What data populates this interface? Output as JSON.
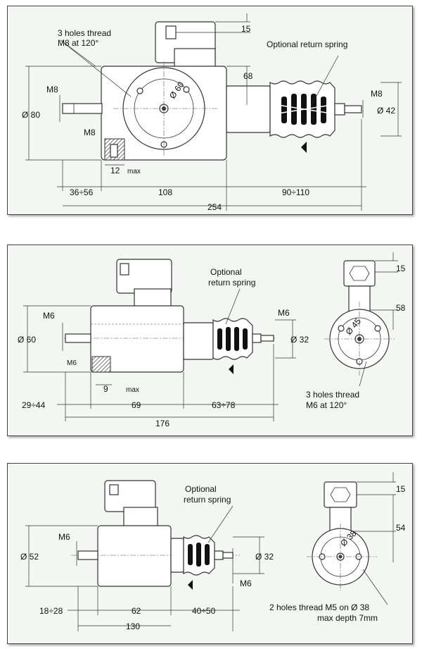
{
  "panel1": {
    "holes_note_1": "3 holes thread",
    "holes_note_2": "M8 at 120°",
    "spring_note": "Optional return spring",
    "dim_connector": "15",
    "dim_height": "68",
    "dim_rod_left": "M8",
    "dim_body_diam": "Ø 80",
    "dim_side_thread": "M8",
    "dim_face_diam": "Ø 60",
    "dim_rod_right": "M8",
    "dim_bellows_diam": "Ø 42",
    "dim_slot": "12",
    "dim_max": "max",
    "dim_left_stroke": "36÷56",
    "dim_body_len": "108",
    "dim_right_stroke": "90÷110",
    "dim_total": "254"
  },
  "panel2": {
    "spring_note_1": "Optional",
    "spring_note_2": "return spring",
    "dim_rod_left": "M6",
    "dim_body_diam": "Ø 60",
    "dim_side_thread": "M6",
    "dim_slot": "9",
    "dim_max": "max",
    "dim_rod_right": "M6",
    "dim_bellows_diam": "Ø 32",
    "dim_left_stroke": "29÷44",
    "dim_body_len": "69",
    "dim_right_stroke": "63÷78",
    "dim_total": "176",
    "dim_connector": "15",
    "dim_height": "58",
    "dim_face_diam": "Ø 45",
    "holes_note_1": "3 holes thread",
    "holes_note_2": "M6 at 120°"
  },
  "panel3": {
    "spring_note_1": "Optional",
    "spring_note_2": "return spring",
    "dim_rod_left": "M6",
    "dim_body_diam": "Ø 52",
    "dim_bellows_diam": "Ø 32",
    "dim_rod_right": "M6",
    "dim_left_stroke": "18÷28",
    "dim_body_len": "62",
    "dim_right_stroke": "40÷50",
    "dim_total": "130",
    "dim_connector": "15",
    "dim_height": "54",
    "dim_face_diam": "Ø 38",
    "holes_note_1": "2 holes thread M5 on Ø 38",
    "holes_note_2": "max depth 7mm"
  }
}
